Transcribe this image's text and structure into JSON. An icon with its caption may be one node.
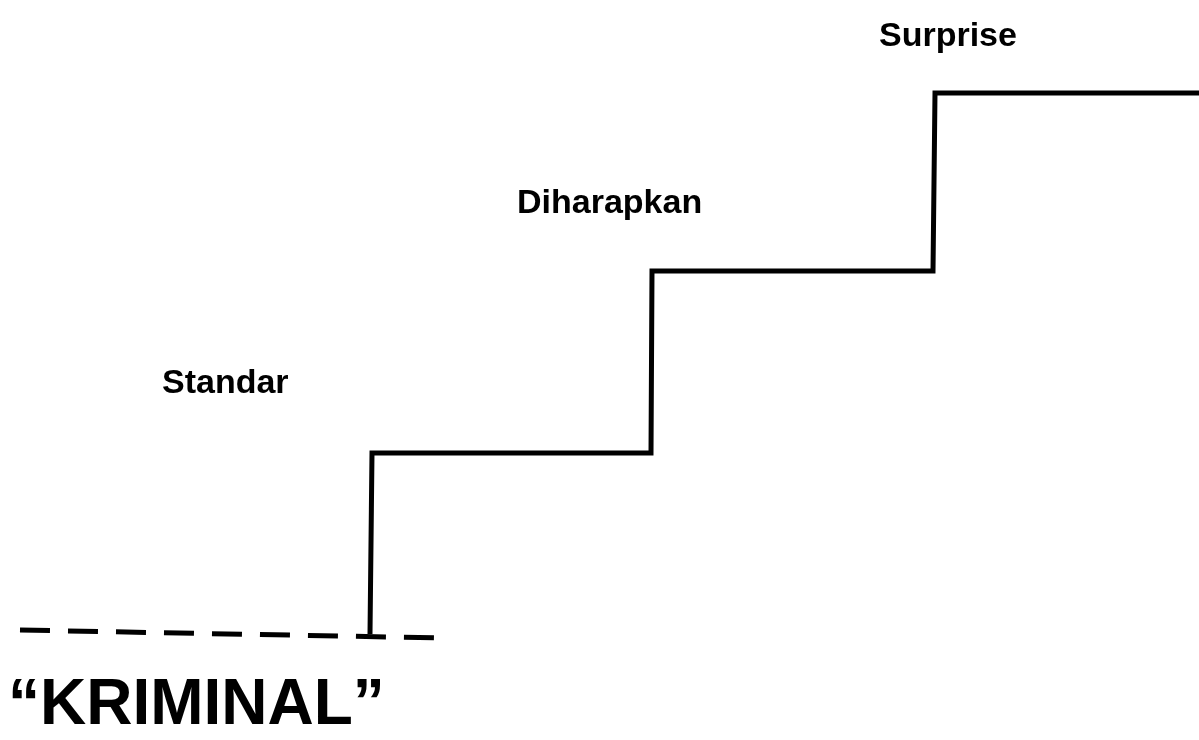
{
  "diagram": {
    "labels": [
      "Surprise",
      "Diharapkan",
      "Standar",
      "“KRIMINAL”"
    ]
  }
}
